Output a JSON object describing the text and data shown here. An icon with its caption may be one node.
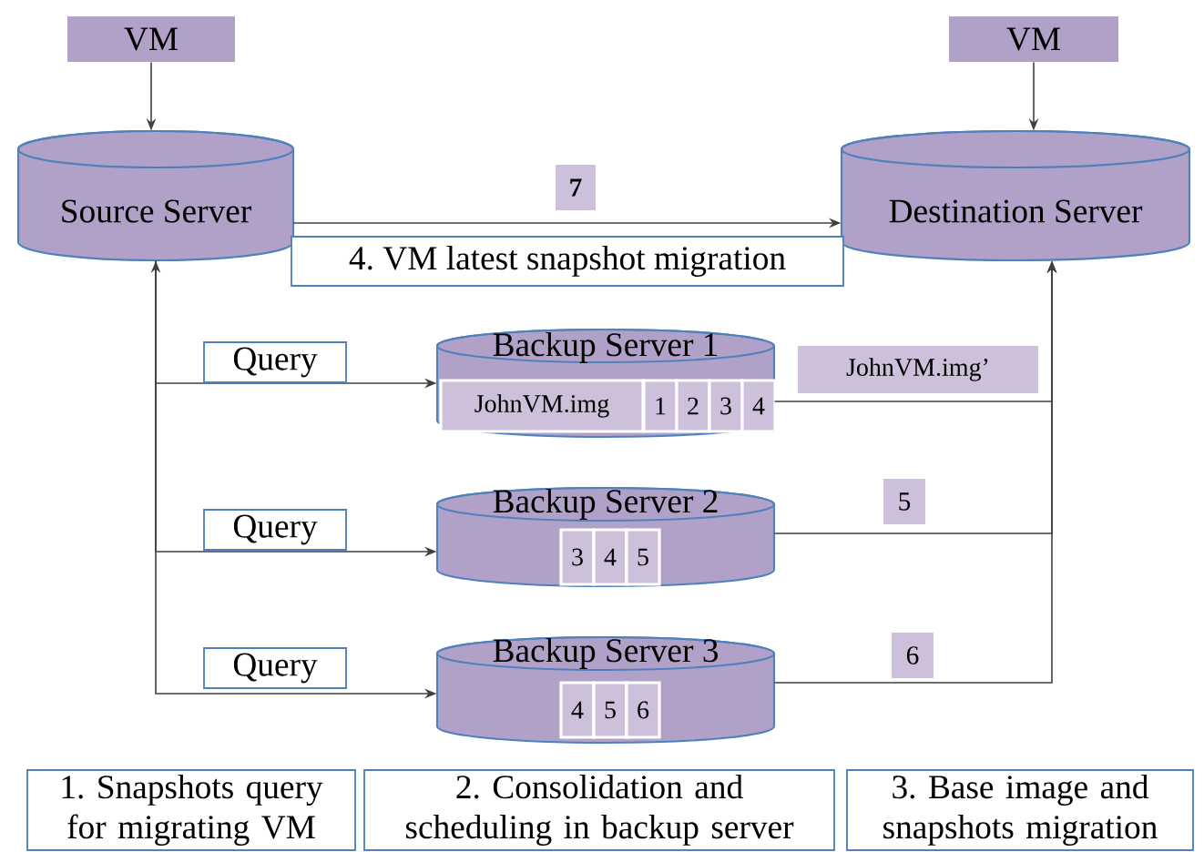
{
  "diagram": {
    "nodes": [
      {
        "text": [
          "VM"
        ]
      },
      {
        "text": [
          "VM"
        ]
      },
      {
        "text": [
          "Source Server"
        ]
      },
      {
        "text": [
          "Destination Server"
        ]
      },
      {
        "text": [
          "4. VM latest snapshot migration"
        ]
      },
      {
        "text": [
          "Backup Server 1"
        ]
      },
      {
        "text": [
          "JohnVM.img"
        ],
        "in": 5
      },
      {
        "text": [
          "1"
        ],
        "in": 5
      },
      {
        "text": [
          "2"
        ],
        "in": 5
      },
      {
        "text": [
          "3"
        ],
        "in": 5
      },
      {
        "text": [
          "4"
        ],
        "in": 5
      },
      {
        "text": [
          "Backup Server 2"
        ]
      },
      {
        "text": [
          "3"
        ],
        "in": 11
      },
      {
        "text": [
          "4"
        ],
        "in": 11
      },
      {
        "text": [
          "5"
        ],
        "in": 11
      },
      {
        "text": [
          "Backup Server 3"
        ]
      },
      {
        "text": [
          "4"
        ],
        "in": 15
      },
      {
        "text": [
          "5"
        ],
        "in": 15
      },
      {
        "text": [
          "6"
        ],
        "in": 15
      },
      {
        "text": [
          "1. Snapshots query for migrating VM"
        ]
      },
      {
        "text": [
          "2. Consolidation and scheduling in backup server"
        ]
      },
      {
        "text": [
          "3. Base image and snapshots migration"
        ]
      }
    ],
    "edges": [
      {
        "from": 0,
        "to": 2,
        "arrow": "to"
      },
      {
        "from": 1,
        "to": 3,
        "arrow": "to"
      },
      {
        "from": 2,
        "to": 3,
        "arrow": "to",
        "label": "7"
      },
      {
        "from": 2,
        "to": 5,
        "arrow": "to",
        "label": "Query"
      },
      {
        "from": 2,
        "to": 11,
        "arrow": "to",
        "label": "Query"
      },
      {
        "from": 2,
        "to": 15,
        "arrow": "both",
        "label": "Query"
      },
      {
        "from": 5,
        "to": 3,
        "arrow": "to",
        "label": "JohnVM.img’"
      },
      {
        "from": 11,
        "to": 3,
        "arrow": "to",
        "label": "5"
      },
      {
        "from": 15,
        "to": 3,
        "arrow": "to",
        "label": "6"
      }
    ]
  }
}
